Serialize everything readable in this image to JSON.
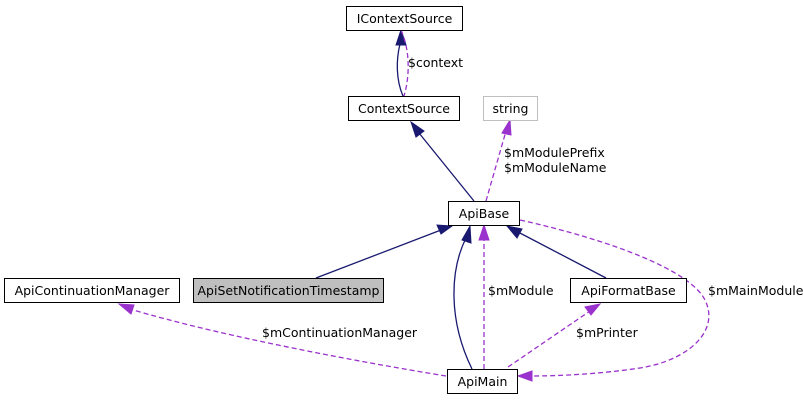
{
  "nodes": {
    "icontextsource": "IContextSource",
    "contextsource": "ContextSource",
    "string": "string",
    "apibase": "ApiBase",
    "apicontinuationmanager": "ApiContinuationManager",
    "apisetnotificationtimestamp": "ApiSetNotificationTimestamp",
    "apiformatbase": "ApiFormatBase",
    "apimain": "ApiMain"
  },
  "edge_labels": {
    "context": "$context",
    "module_prefix": "$mModulePrefix",
    "module_name": "$mModuleName",
    "module": "$mModule",
    "main_module": "$mMainModule",
    "continuation_manager": "$mContinuationManager",
    "printer": "$mPrinter"
  },
  "colors": {
    "inheritance": "#191970",
    "usage": "#9a32cd",
    "highlight_fill": "#bfbfbf",
    "muted_border": "#bfbfbf"
  }
}
